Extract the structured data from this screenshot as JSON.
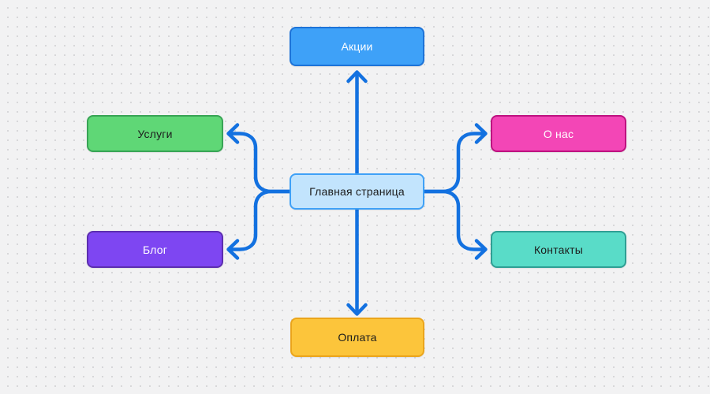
{
  "canvas": {
    "background": "#f2f2f3",
    "dot_color": "#d7d7d9"
  },
  "colors": {
    "connector": "#1371e0"
  },
  "nodes": {
    "home": {
      "label": "Главная страница",
      "fill": "#c2e4fd",
      "border": "#3fa1f7",
      "text_color": "#1c1c1c"
    },
    "promotions": {
      "label": "Акции",
      "fill": "#3ea1f8",
      "border": "#1d73d8",
      "text_color": "#ffffff"
    },
    "services": {
      "label": "Услуги",
      "fill": "#5fd776",
      "border": "#38a455",
      "text_color": "#1c1c1c"
    },
    "blog": {
      "label": "Блог",
      "fill": "#7e46f2",
      "border": "#5c2eb0",
      "text_color": "#ffffff"
    },
    "about": {
      "label": "О нас",
      "fill": "#f346b6",
      "border": "#be1280",
      "text_color": "#ffffff"
    },
    "contacts": {
      "label": "Контакты",
      "fill": "#59dcc8",
      "border": "#2f9f94",
      "text_color": "#1c1c1c"
    },
    "payment": {
      "label": "Оплата",
      "fill": "#fcc53b",
      "border": "#eba51b",
      "text_color": "#1c1c1c"
    }
  },
  "edges": [
    {
      "from": "home",
      "to": "promotions",
      "direction": "up"
    },
    {
      "from": "home",
      "to": "services",
      "direction": "left-up"
    },
    {
      "from": "home",
      "to": "blog",
      "direction": "left-down"
    },
    {
      "from": "home",
      "to": "about",
      "direction": "right-up"
    },
    {
      "from": "home",
      "to": "contacts",
      "direction": "right-down"
    },
    {
      "from": "home",
      "to": "payment",
      "direction": "down"
    }
  ]
}
